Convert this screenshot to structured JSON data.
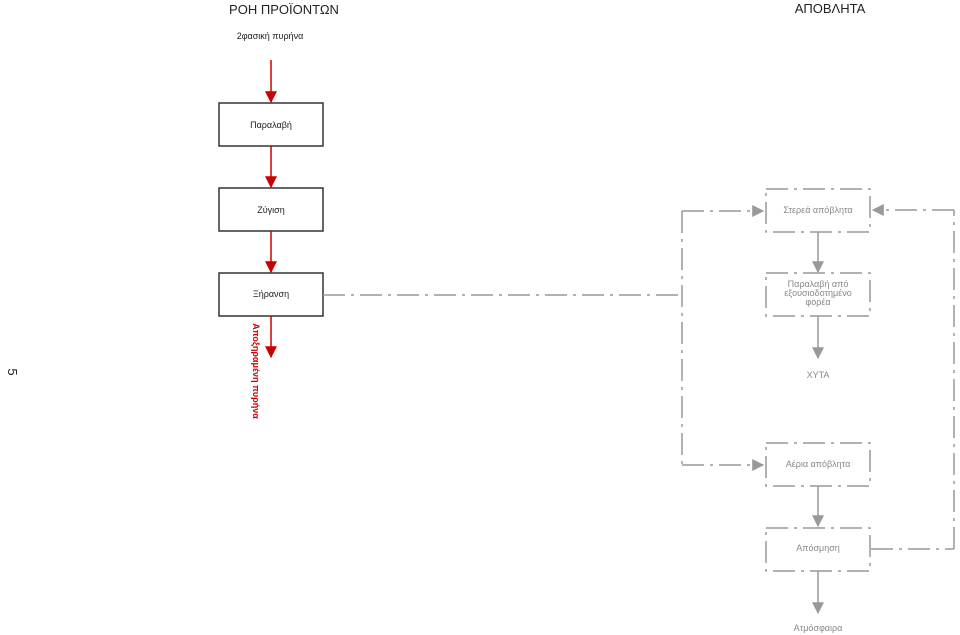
{
  "headers": {
    "product_flow": "ΡΟΗ ΠΡΟΪΟΝΤΩΝ",
    "waste": "ΑΠΟΒΛΗΤΑ"
  },
  "page_number": "5",
  "product_flow": {
    "input_label": "2φασική πυρήνα",
    "steps": [
      "Παραλαβή",
      "Ζύγιση",
      "Ξήρανση"
    ],
    "output_label": "Αποξηραμένη πυρήνα"
  },
  "waste_flow": {
    "solid_waste": "Στερεά απόβλητα",
    "collection_line1": "Παραλαβή από",
    "collection_line2": "εξουσιοδοτημένο",
    "collection_line3": "φορέα",
    "landfill": "ΧΥΤΑ",
    "gaseous_waste": "Αέρια απόβλητα",
    "deodorization": "Απόσμηση",
    "atmosphere": "Ατμόσφαιρα"
  },
  "colors": {
    "product_arrow": "#cc0000",
    "product_box_border": "#333333",
    "waste_line": "#999999",
    "text_dark": "#222222",
    "text_gray": "#888888",
    "output_label": "#cc0000"
  }
}
